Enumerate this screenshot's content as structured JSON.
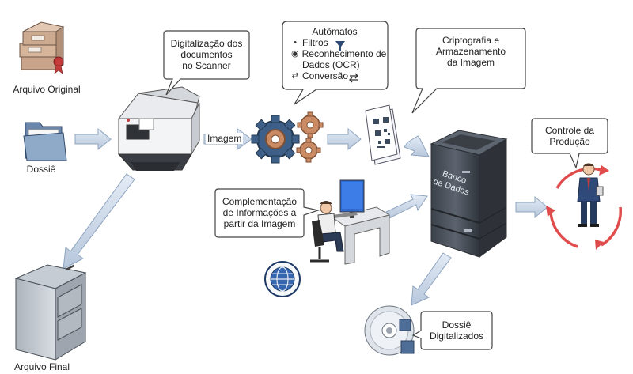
{
  "nodes": {
    "arquivo_original": "Arquivo Original",
    "dossie": "Dossiê",
    "arquivo_final": "Arquivo Final",
    "flow_imagem": "Imagem",
    "digitalizacao": [
      "Digitalização dos",
      "documentos",
      "no Scanner"
    ],
    "automatos": {
      "title": "Autômatos",
      "items": [
        {
          "symbol": "•",
          "label": "Filtros"
        },
        {
          "symbol": "◉",
          "label": "Reconhecimento de"
        },
        {
          "symbol": "",
          "label": "Dados (OCR)"
        },
        {
          "symbol": "⇄",
          "label": "Conversão"
        }
      ]
    },
    "criptografia": [
      "Criptografia e",
      "Armazenamento",
      "da Imagem"
    ],
    "controle": [
      "Controle da",
      "Produção"
    ],
    "complementacao": [
      "Complementação",
      "de Informações a",
      "partir da Imagem"
    ],
    "banco": [
      "Banco",
      "de Dados"
    ],
    "dossie_digitalizados": [
      "Dossiê",
      "Digitalizados"
    ]
  },
  "colors": {
    "arrow": "#c9d6e6",
    "arrow_stroke": "#8fa4bf",
    "gear_orange": "#c98a64",
    "gear_blue": "#3d5f88",
    "server": "#49505a",
    "cycle_red": "#e04c4c"
  },
  "icons": [
    "box-stack-icon",
    "folder-icon",
    "scanner-icon",
    "gears-icon",
    "qr-document-icon",
    "padlock-icon",
    "server-icon",
    "person-icon",
    "cycle-arrows-icon",
    "workstation-icon",
    "globe-icon",
    "cd-icon",
    "file-cabinet-icon"
  ]
}
